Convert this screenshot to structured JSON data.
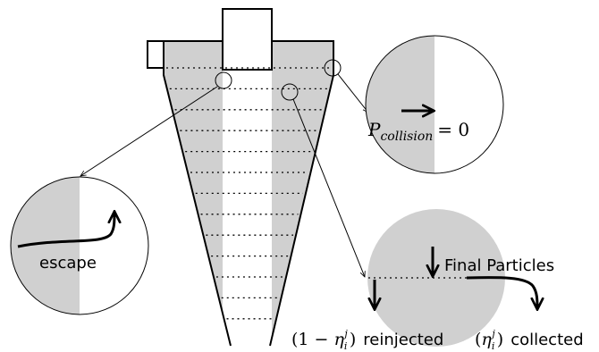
{
  "labels": {
    "escape": "escape",
    "p_symbol": "P",
    "p_subscript": "collision",
    "p_rhs": "= 0",
    "final_particles": "Final Particles",
    "reinjected_open": "(1 − ",
    "reinjected_eta": "η",
    "reinjected_sub": "i",
    "reinjected_sup": "j",
    "reinjected_close": ")",
    "reinjected_word": "reinjected",
    "collected_open": "(",
    "collected_eta": "η",
    "collected_sub": "i",
    "collected_sup": "j",
    "collected_close": ")",
    "collected_word": "collected"
  },
  "colors": {
    "shade": "#d0d0d0",
    "stroke": "#000000",
    "background": "#ffffff"
  }
}
